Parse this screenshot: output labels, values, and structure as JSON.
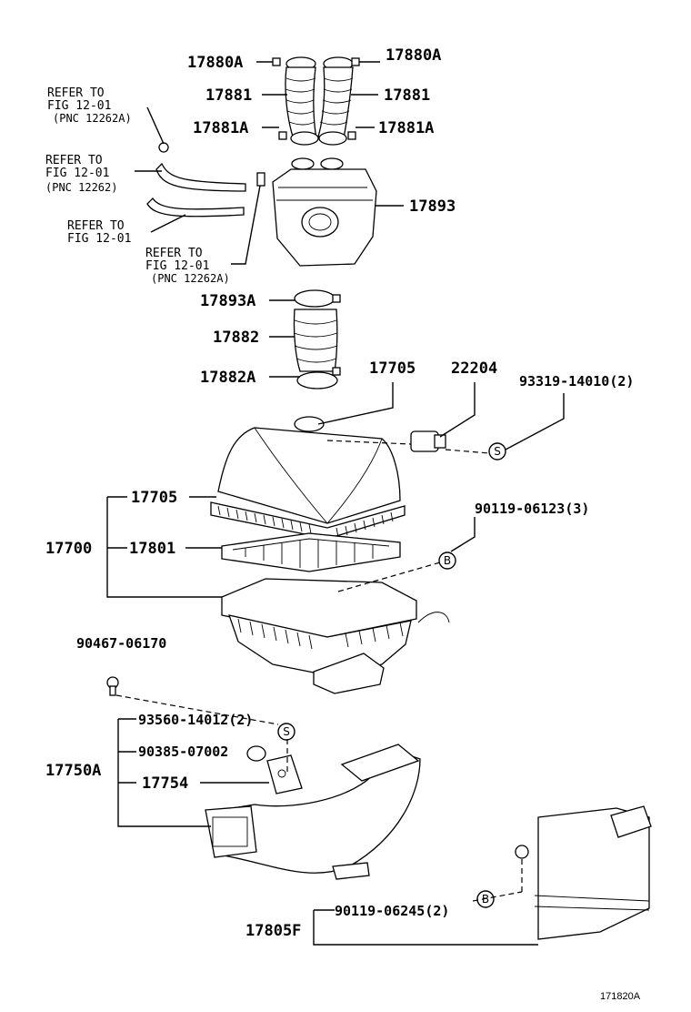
{
  "labels": {
    "p17880a_left": "17880A",
    "p17880a_right": "17880A",
    "p17881_left": "17881",
    "p17881_right": "17881",
    "p17881a_left": "17881A",
    "p17881a_right": "17881A",
    "p17893": "17893",
    "p17893a": "17893A",
    "p17882": "17882",
    "p17882a": "17882A",
    "p17705_top": "17705",
    "p22204": "22204",
    "p93319": "93319-14010(2)",
    "p17705_side": "17705",
    "p17700": "17700",
    "p17801": "17801",
    "p90119_06123": "90119-06123(3)",
    "p90467": "90467-06170",
    "p93560": "93560-14012(2)",
    "p90385": "90385-07002",
    "p17750a": "17750A",
    "p17754": "17754",
    "p90119_06245": "90119-06245(2)",
    "p17805f": "17805F"
  },
  "refs": {
    "ref1": {
      "line1": "REFER TO",
      "line2": "FIG 12-01",
      "line3": "(PNC 12262A)"
    },
    "ref2": {
      "line1": "REFER TO",
      "line2": "FIG 12-01",
      "line3": "(PNC 12262)"
    },
    "ref3": {
      "line1": "REFER TO",
      "line2": "FIG 12-01"
    },
    "ref4": {
      "line1": "REFER TO",
      "line2": "FIG 12-01",
      "line3": "(PNC 12262A)"
    }
  },
  "symbols": {
    "s_upper": "S",
    "b_upper": "B",
    "s_lower": "S",
    "b_lower": "B"
  },
  "figure_id": "171820A"
}
